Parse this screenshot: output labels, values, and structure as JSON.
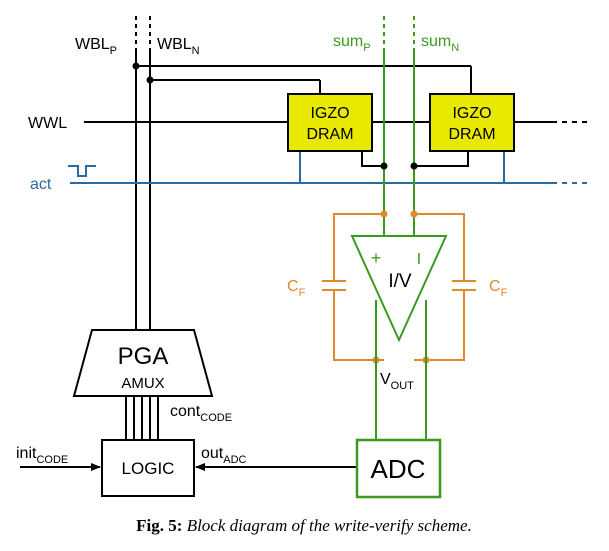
{
  "colors": {
    "black": "#000000",
    "green": "#3a9a1e",
    "blue": "#2a6aa0",
    "orange": "#e08a2c",
    "igzo_fill": "#e8e800"
  },
  "labels": {
    "wbl_p": {
      "main": "WBL",
      "sub": "P"
    },
    "wbl_n": {
      "main": "WBL",
      "sub": "N"
    },
    "sum_p": {
      "main": "sum",
      "sub": "P"
    },
    "sum_n": {
      "main": "sum",
      "sub": "N"
    },
    "wwl": "WWL",
    "act": "act",
    "igzo_line1": "IGZO",
    "igzo_line2": "DRAM",
    "opamp_plus": "+",
    "opamp_minus": "I",
    "opamp_label": "I/V",
    "cf": {
      "main": "C",
      "sub": "F"
    },
    "vout": {
      "main": "V",
      "sub": "OUT"
    },
    "pga": "PGA",
    "amux": "AMUX",
    "cont_code": {
      "main": "cont",
      "sub": "CODE"
    },
    "init_code": {
      "main": "init",
      "sub": "CODE"
    },
    "out_adc": {
      "main": "out",
      "sub": "ADC"
    },
    "logic": "LOGIC",
    "adc": "ADC"
  },
  "caption": {
    "prefix": "Fig. 5:",
    "text": "Block diagram of the write-verify scheme."
  }
}
